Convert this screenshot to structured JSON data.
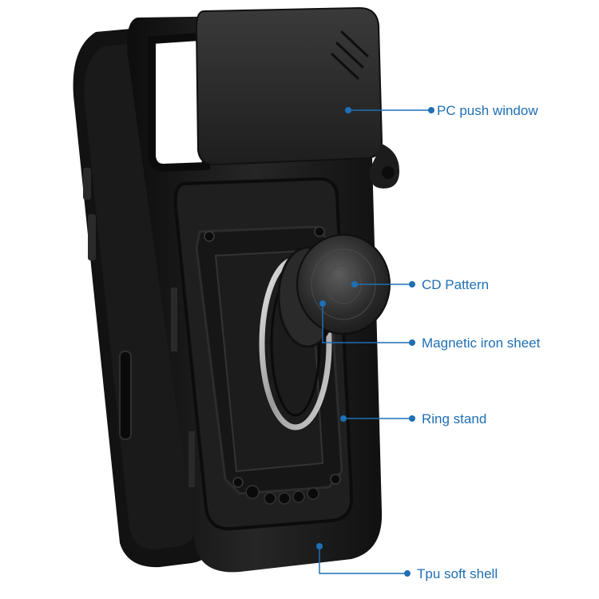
{
  "callouts": {
    "pc_push_window": "PC push window",
    "cd_pattern": "CD Pattern",
    "magnetic_iron_sheet": "Magnetic iron sheet",
    "ring_stand": "Ring stand",
    "tpu_soft_shell": "Tpu soft shell"
  },
  "colors": {
    "callout": "#1f6fb5",
    "case": "#1b1b1b",
    "background": "#ffffff"
  }
}
